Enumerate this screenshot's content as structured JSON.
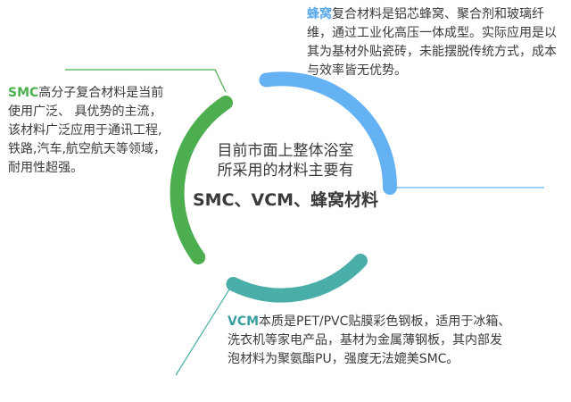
{
  "center": {
    "line1": "目前市面上整体浴室",
    "line2": "所采用的材料主要有",
    "highlight": "SMC、VCM、蜂窝材料"
  },
  "blocks": {
    "fengwo": {
      "keyword": "蜂窝",
      "text": "复合材料是铝芯蜂窝、聚合剂和玻璃纤维，通过工业化高压一体成型。实际应用是以其为基材外贴瓷砖，未能摆脱传统方式，成本与效率皆无优势。"
    },
    "smc": {
      "keyword": "SMC",
      "text": "高分子复合材料是当前使用广泛、 具优势的主流，该材料广泛应用于通讯工程,铁路,汽车,航空航天等领域，耐用性超强。"
    },
    "vcm": {
      "keyword": "VCM",
      "text": "本质是PET/PVC贴膜彩色钢板，适用于冰箱、洗衣机等家电产品，基材为金属薄钢板，其内部发泡材料为聚氨酯PU，强度无法媲美SMC。"
    }
  },
  "colors": {
    "fengwo": "#64b2f4",
    "smc": "#4cae4f",
    "vcm": "#4aaea8"
  }
}
